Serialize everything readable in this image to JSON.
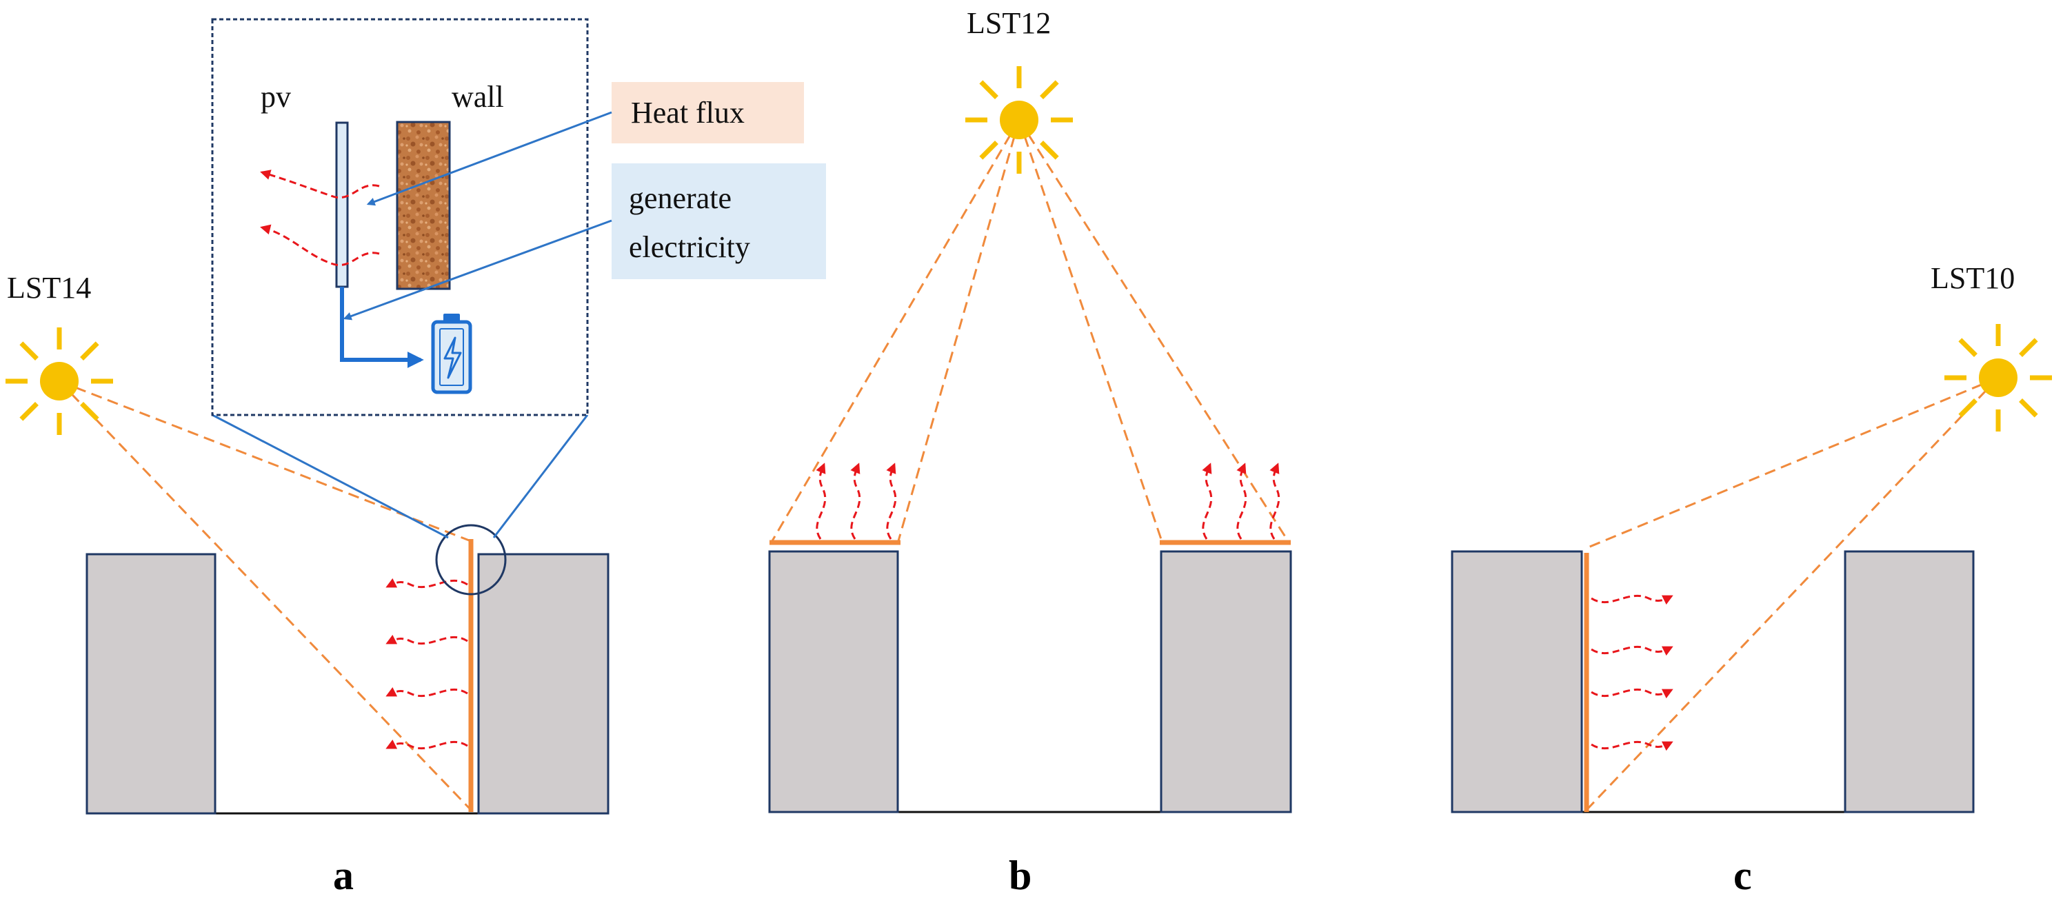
{
  "panels": [
    {
      "id": "a",
      "letter": "a",
      "time_label": "LST14"
    },
    {
      "id": "b",
      "letter": "b",
      "time_label": "LST12"
    },
    {
      "id": "c",
      "letter": "c",
      "time_label": "LST10"
    }
  ],
  "inset": {
    "pv_label": "pv",
    "wall_label": "wall",
    "heat_flux_label": "Heat flux",
    "generate_label_line1": "generate",
    "generate_label_line2": "electricity"
  },
  "icons": {
    "sun": "sun-icon",
    "battery": "battery-icon",
    "heat_arrow": "heat-flux-arrow"
  },
  "colors": {
    "sun": "#F7C100",
    "sun_rays": "#F7C100",
    "sun_beam": "#F08A3C",
    "pv_panel": "#F28A3A",
    "heat_arrow": "#E8161B",
    "building_fill": "#D0CCCD",
    "building_stroke": "#1F3864",
    "leader_line": "#2E75C7",
    "electric_line": "#1F6FD0",
    "heat_flux_box": "#FBE4D6",
    "generate_box": "#DDEBF7",
    "wall_texture": "#C0763F"
  }
}
